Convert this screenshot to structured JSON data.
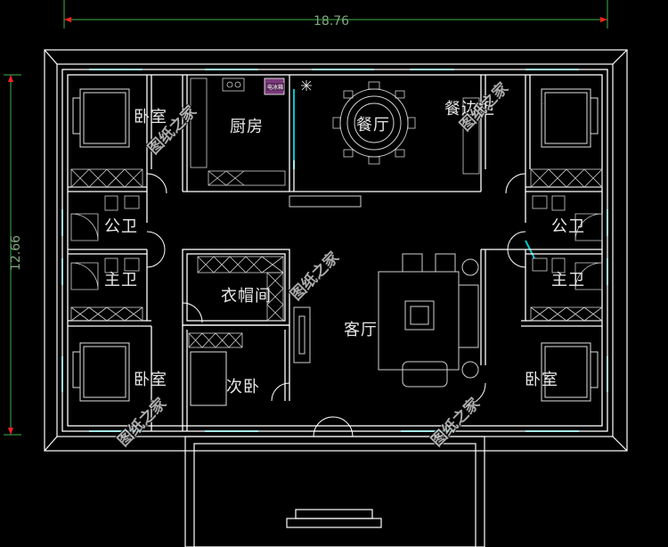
{
  "dimensions": {
    "width": "18.76",
    "height": "12.66"
  },
  "rooms": {
    "bedroom_nw": "卧室",
    "kitchen": "厨房",
    "dining": "餐厅",
    "sideboard": "餐边柜",
    "bedroom_ne": "卧室",
    "bath_w": "公卫",
    "bath_e": "公卫",
    "master_bath_w": "主卫",
    "master_bath_e": "主卫",
    "cloakroom": "衣帽间",
    "living": "客厅",
    "bedroom_sw": "卧室",
    "second_bedroom": "次卧",
    "bedroom_se": "卧室"
  },
  "fridge_tag": "电冰箱",
  "watermark": "图纸之家",
  "colors": {
    "wall": "#ffffff",
    "window": "#00c8c8",
    "dimension": "#3cb44b",
    "background": "#000000"
  }
}
